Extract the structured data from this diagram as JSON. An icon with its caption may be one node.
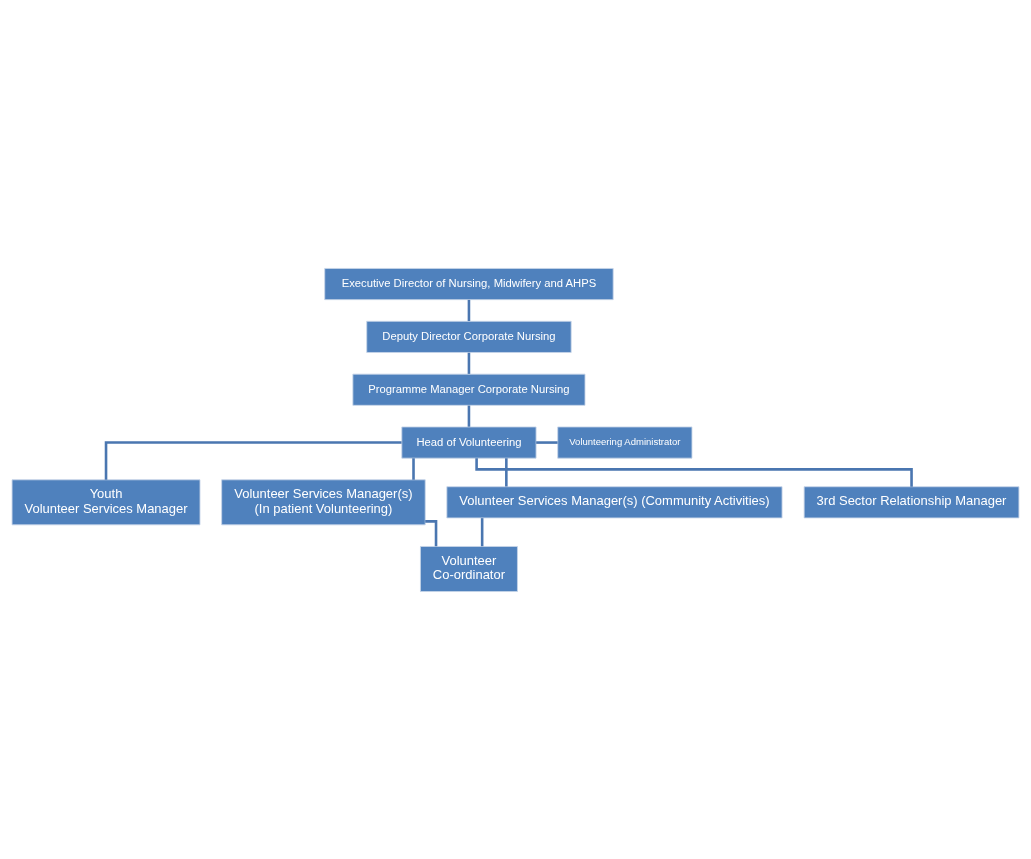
{
  "diagram": {
    "nodes": [
      {
        "text": [
          "Executive Director of Nursing, Midwifery and AHPS"
        ]
      },
      {
        "text": [
          "Deputy Director Corporate Nursing"
        ]
      },
      {
        "text": [
          "Programme Manager Corporate Nursing"
        ]
      },
      {
        "text": [
          "Head of Volunteering"
        ]
      },
      {
        "text": [
          "Volunteering Administrator"
        ]
      },
      {
        "text": [
          "Youth",
          "Volunteer Services Manager"
        ]
      },
      {
        "text": [
          "Volunteer Services Manager(s)",
          "(In patient Volunteering)"
        ]
      },
      {
        "text": [
          "Volunteer Services Manager(s) (Community Activities)"
        ]
      },
      {
        "text": [
          "3rd Sector Relationship Manager"
        ]
      },
      {
        "text": [
          "Volunteer",
          "Co-ordinator"
        ]
      }
    ],
    "edges": [
      {
        "from": 0,
        "to": 1,
        "arrow": "none"
      },
      {
        "from": 1,
        "to": 2,
        "arrow": "none"
      },
      {
        "from": 2,
        "to": 3,
        "arrow": "none"
      },
      {
        "from": 3,
        "to": 4,
        "arrow": "none"
      },
      {
        "from": 3,
        "to": 5,
        "arrow": "none"
      },
      {
        "from": 3,
        "to": 6,
        "arrow": "none"
      },
      {
        "from": 3,
        "to": 7,
        "arrow": "none"
      },
      {
        "from": 3,
        "to": 8,
        "arrow": "none"
      },
      {
        "from": 6,
        "to": 9,
        "arrow": "none"
      },
      {
        "from": 7,
        "to": 9,
        "arrow": "none"
      }
    ]
  }
}
